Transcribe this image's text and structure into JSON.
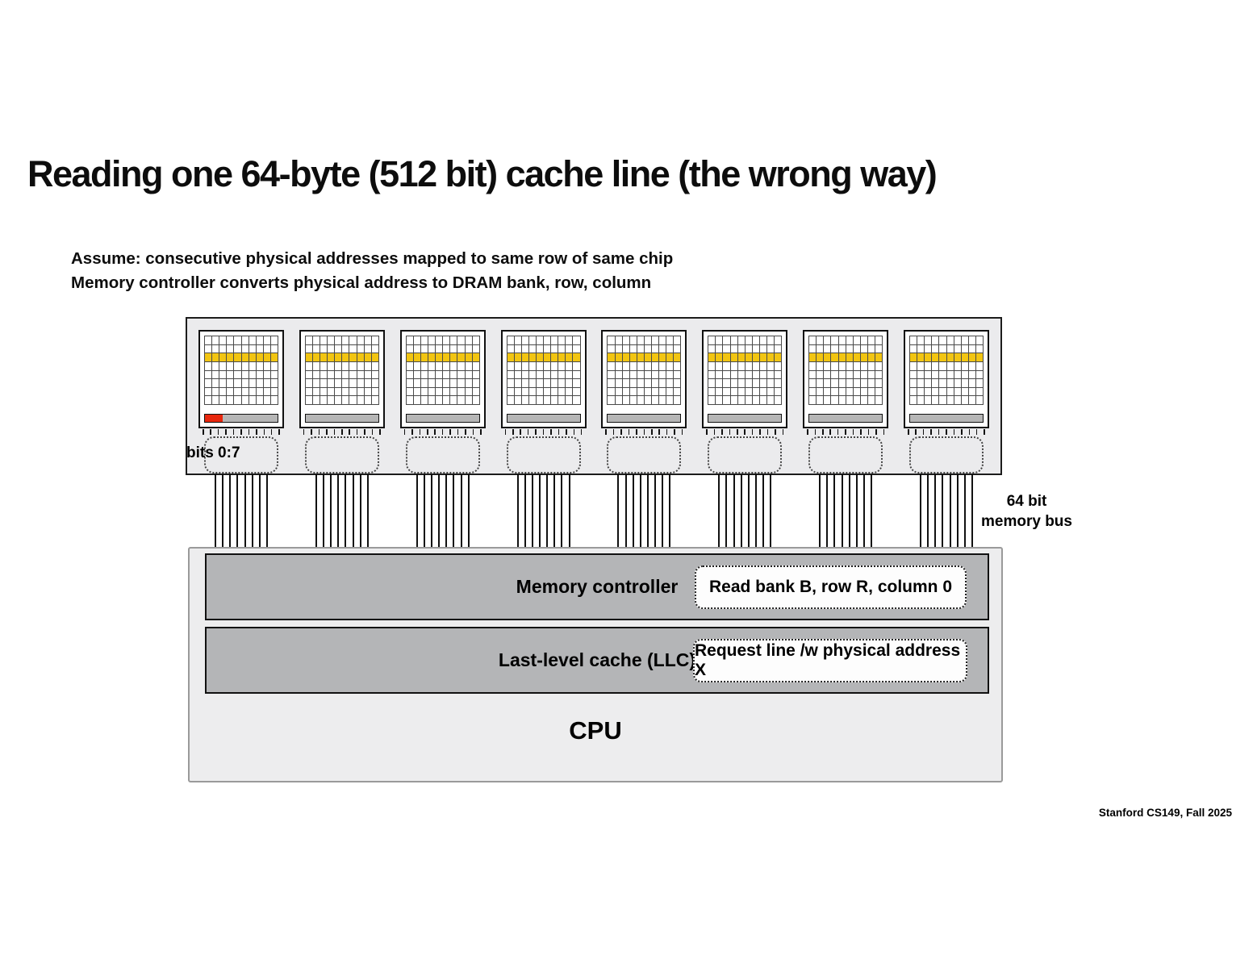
{
  "slide": {
    "title": "Reading one 64-byte (512 bit) cache line (the wrong way)",
    "assumptions": [
      "Assume: consecutive physical addresses mapped to same row of same chip",
      "Memory controller converts physical address to DRAM bank, row, column"
    ],
    "footer": "Stanford CS149, Fall 2025"
  },
  "dram": {
    "chip_count": 8,
    "grid_rows": 8,
    "grid_cols": 10,
    "active_row_index": 2,
    "lines_per_chip": 8,
    "pins_per_chip": 11,
    "first_chip_label": "bits 0:7",
    "bus_label_line1": "64 bit",
    "bus_label_line2": "memory bus",
    "colors": {
      "active_row": "#f2c511",
      "row_buffer": "#b6b6b6",
      "active_byte": "#e8280e",
      "module_bg": "#ebebed",
      "cpu_bg": "#ededee",
      "bar_bg": "#b4b5b7"
    }
  },
  "cpu": {
    "memory_controller_label": "Memory controller",
    "memory_controller_callout": "Read bank B, row R, column 0",
    "llc_label": "Last-level cache (LLC)",
    "llc_callout": "Request line /w physical address X",
    "cpu_label": "CPU"
  }
}
